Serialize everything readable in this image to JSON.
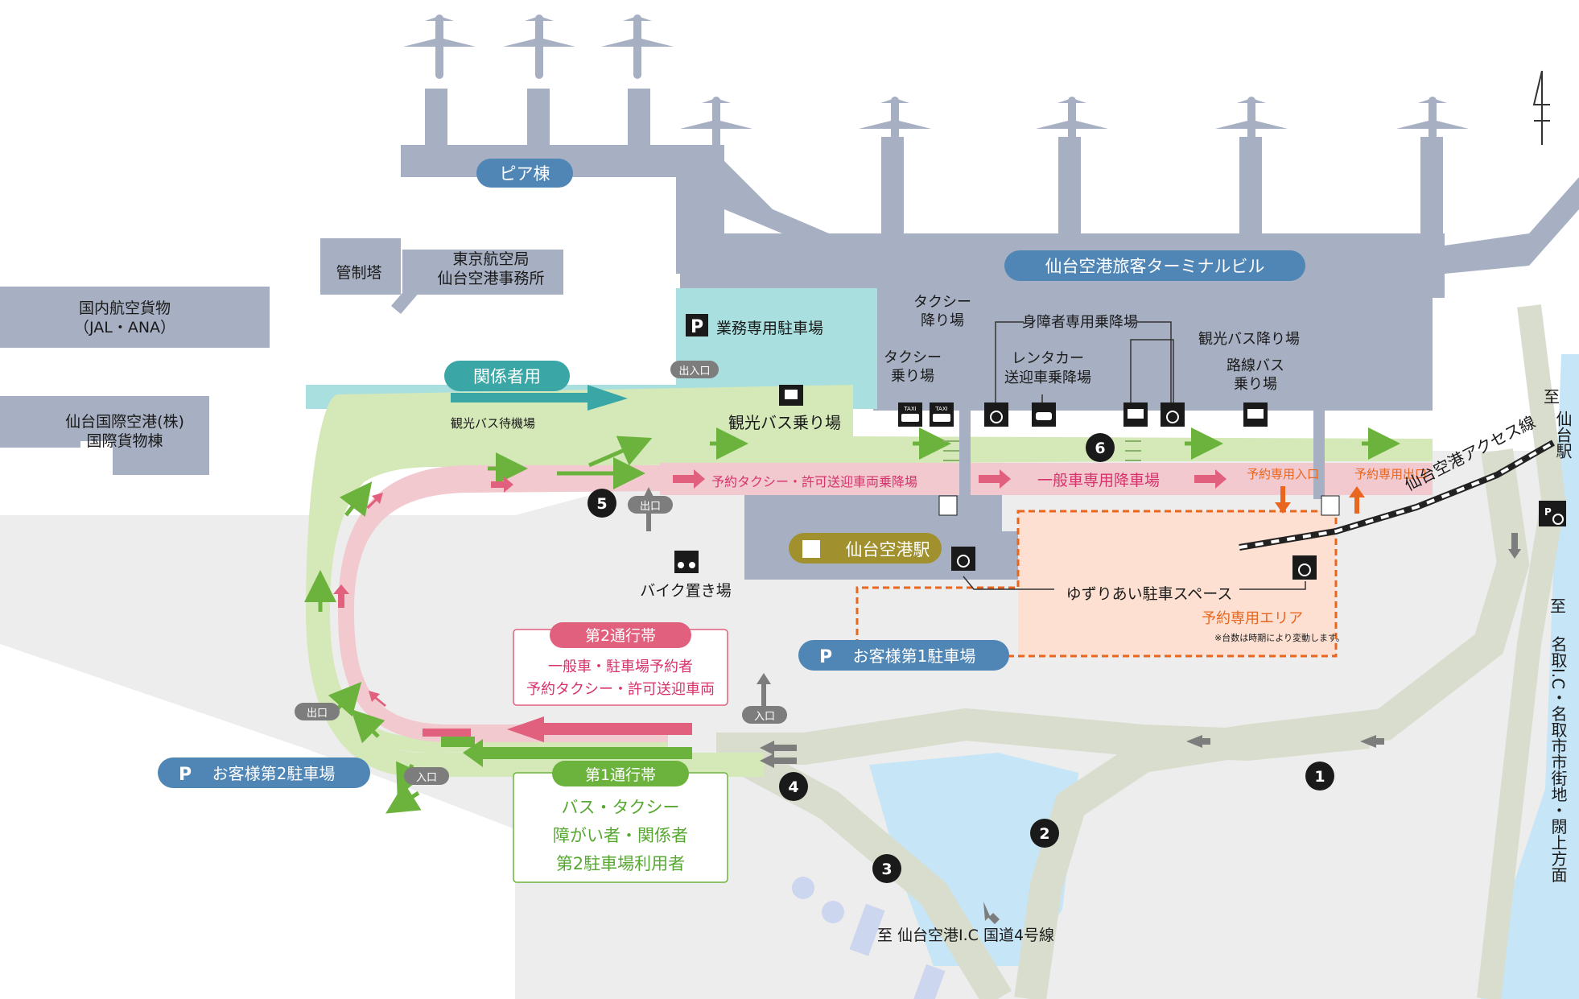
{
  "buildings": {
    "pier": "ピア棟",
    "terminal": "仙台空港旅客ターミナルビル",
    "control_tower": "管制塔",
    "aviation_office_1": "東京航空局",
    "aviation_office_2": "仙台空港事務所",
    "cargo_domestic_1": "国内航空貨物",
    "cargo_domestic_2": "（JAL・ANA）",
    "cargo_intl_1": "仙台国際空港(株)",
    "cargo_intl_2": "国際貨物棟"
  },
  "facilities": {
    "business_parking": "業務専用駐車場",
    "staff_only": "関係者用",
    "bus_waiting": "観光バス待機場",
    "tour_bus_boarding": "観光バス乗り場",
    "entrance_exit": "出入口",
    "taxi_dropoff_1": "タクシー",
    "taxi_dropoff_2": "降り場",
    "taxi_boarding_1": "タクシー",
    "taxi_boarding_2": "乗り場",
    "disabled_pickup": "身障者専用乗降場",
    "rental_car_1": "レンタカー",
    "rental_car_2": "送迎車乗降場",
    "tour_bus_dropoff": "観光バス降り場",
    "route_bus_1": "路線バス",
    "route_bus_2": "乗り場",
    "reserved_taxi_lane": "予約タクシー・許可送迎車両乗降場",
    "general_dropoff": "一般車専用降車場",
    "reserved_entrance": "予約専用入口",
    "reserved_exit": "予約専用出口",
    "exit": "出口",
    "station": "仙台空港駅",
    "access_line": "仙台空港アクセス線",
    "bike_parking": "バイク置き場",
    "courtesy_parking": "ゆずりあい駐車スペース",
    "reserved_area": "予約専用エリア",
    "reserved_note": "※台数は時期により変動します。",
    "parking_1": "お客様第1駐車場",
    "parking_2": "お客様第2駐車場",
    "entrance": "入口",
    "exit_small": "出口",
    "entrance_small": "入口",
    "entrance_right": "入口",
    "parking_sign": "P"
  },
  "lanes": {
    "lane2_title": "第2通行帯",
    "lane2_line1": "一般車・駐車場予約者",
    "lane2_line2": "予約タクシー・許可送迎車両",
    "lane1_title": "第1通行帯",
    "lane1_line1": "バス・タクシー",
    "lane1_line2": "障がい者・関係者",
    "lane1_line3": "第2駐車場利用者"
  },
  "directions": {
    "to_label": "至",
    "sendai_station": "仙台駅",
    "natori": "名取I.C・名取市市街地・閖上方面",
    "route4": "至 仙台空港I.C 国道4号線"
  },
  "markers": [
    "1",
    "2",
    "3",
    "4",
    "5",
    "6"
  ],
  "icon_texts": {
    "taxi": "TAXI"
  },
  "colors": {
    "building": "#a7afc2",
    "general_lane": "#f2c9cf",
    "bus_lane": "#d4e8b8",
    "green_arrow": "#6cb33e",
    "pink_arrow": "#e0607e",
    "label_blue": "#4f86b5",
    "label_teal": "#3aa6a6",
    "label_gold": "#a0902e",
    "reserved_area": "#fde0d2",
    "reserved_orange": "#e8661e",
    "water": "#c6e5f6",
    "business_parking": "#aadfdf"
  }
}
